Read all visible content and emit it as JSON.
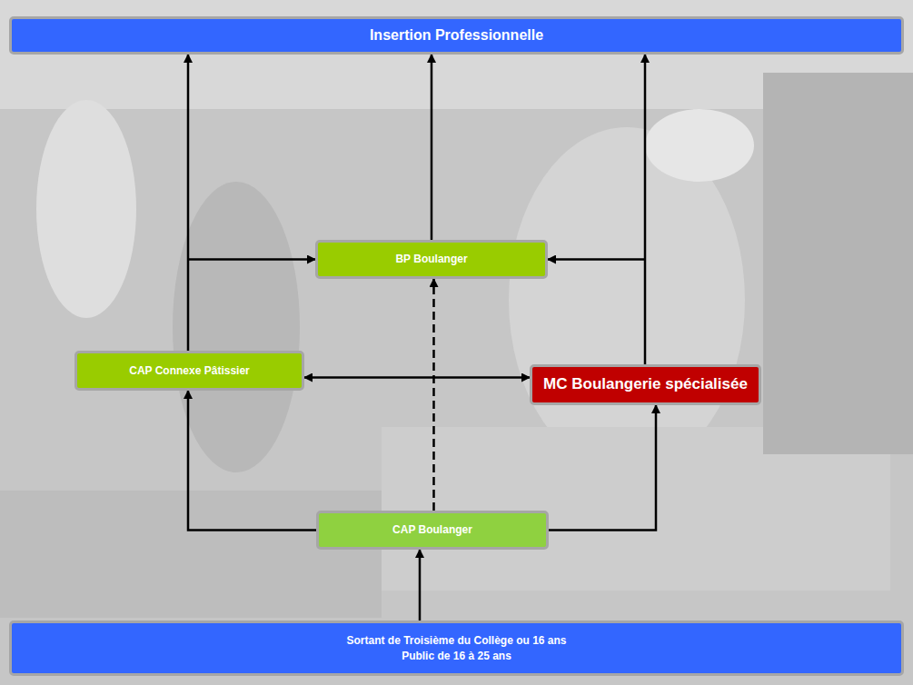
{
  "diagram": {
    "nodes": [
      {
        "text": [
          "Insertion Professionnelle"
        ]
      },
      {
        "text": [
          "BP Boulanger"
        ]
      },
      {
        "text": [
          "CAP Connexe Pâtissier"
        ]
      },
      {
        "text": [
          "MC Boulangerie spécialisée"
        ]
      },
      {
        "text": [
          "CAP Boulanger"
        ]
      },
      {
        "text": [
          "Sortant de Troisième du Collège ou 16 ans",
          "Public de 16 à 25 ans"
        ]
      }
    ],
    "edges": [
      {
        "from": 4,
        "to": 2,
        "arrow": "to"
      },
      {
        "from": 4,
        "to": 3,
        "arrow": "to"
      },
      {
        "from": 4,
        "to": 1,
        "arrow": "to"
      },
      {
        "from": 2,
        "to": 3,
        "arrow": "both"
      },
      {
        "from": 2,
        "to": 0,
        "arrow": "to"
      },
      {
        "from": 2,
        "to": 1,
        "arrow": "to"
      },
      {
        "from": 1,
        "to": 0,
        "arrow": "to"
      },
      {
        "from": 3,
        "to": 0,
        "arrow": "to"
      },
      {
        "from": 3,
        "to": 1,
        "arrow": "to"
      },
      {
        "from": 5,
        "to": 4,
        "arrow": "to"
      }
    ]
  }
}
